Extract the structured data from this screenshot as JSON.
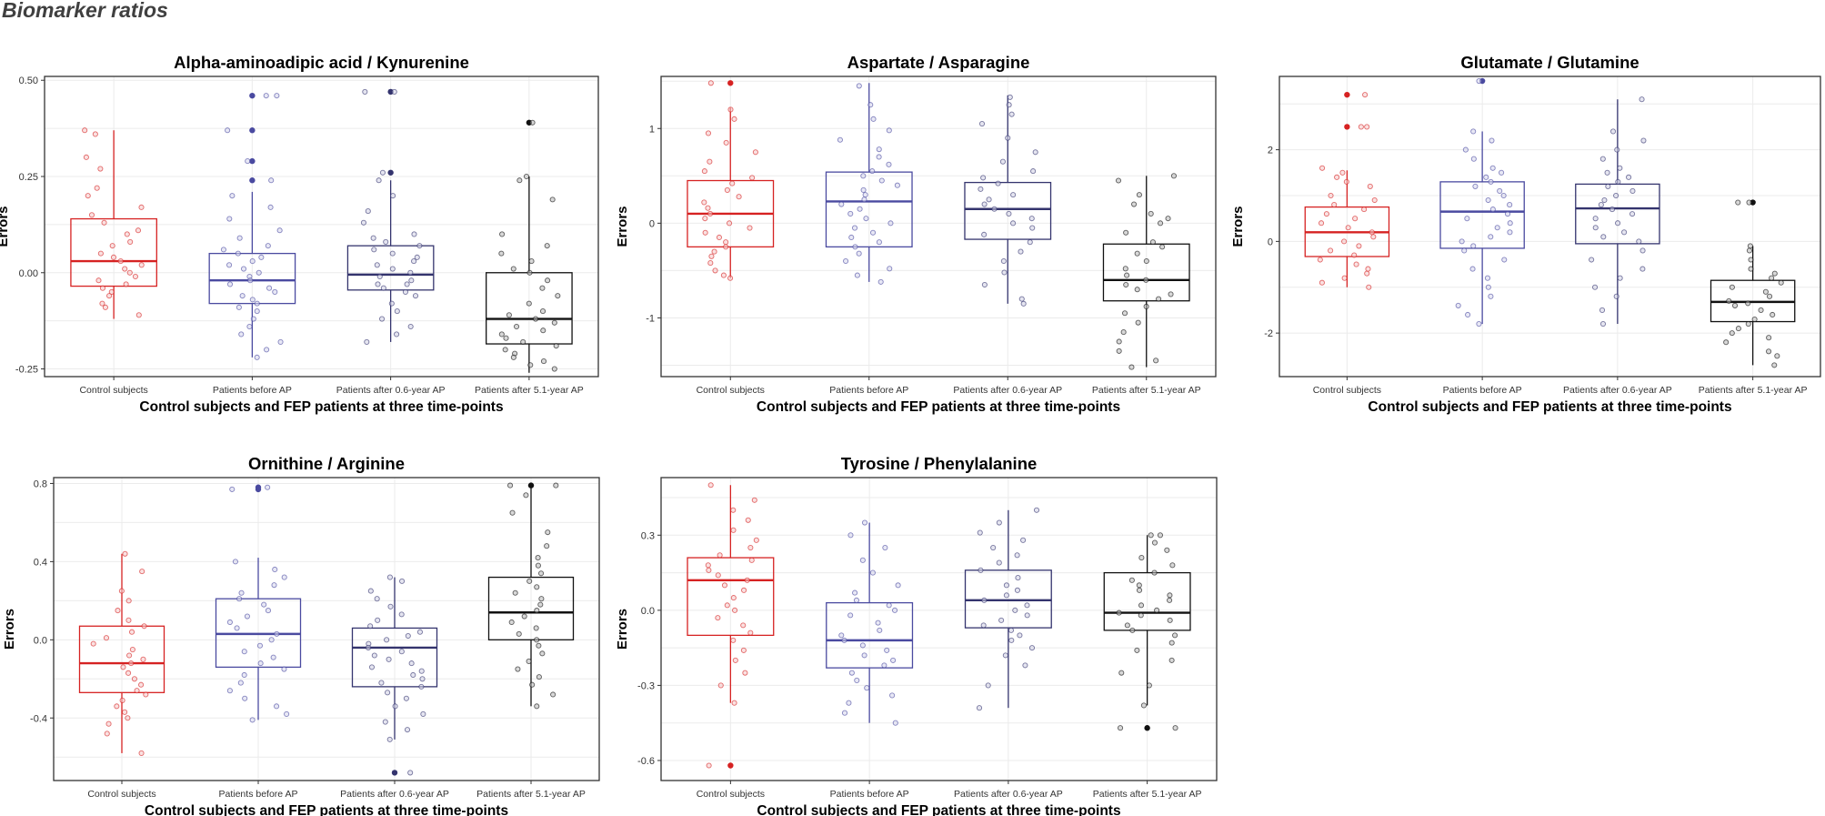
{
  "page": {
    "title": "Biomarker ratios"
  },
  "colors": {
    "control": "#d62222",
    "before": "#4a4aa0",
    "after06": "#34346e",
    "after51": "#111111"
  },
  "chart_data": [
    {
      "type": "boxplot",
      "title": "Alpha-aminoadipic acid / Kynurenine",
      "xlabel": "Control subjects and FEP patients at three time-points",
      "ylabel": "Errors",
      "categories": [
        "Control subjects",
        "Patients before AP",
        "Patients after 0.6-year AP",
        "Patients after 5.1-year AP"
      ],
      "ylim": [
        -0.27,
        0.51
      ],
      "yticks": [
        -0.25,
        0.0,
        0.25,
        0.5
      ],
      "ytick_labels": [
        "-0.25",
        "0.00",
        "0.25",
        "0.50"
      ],
      "boxes": [
        {
          "min": -0.12,
          "q1": -0.035,
          "median": 0.03,
          "q3": 0.14,
          "max": 0.37,
          "outliers": []
        },
        {
          "min": -0.22,
          "q1": -0.08,
          "median": -0.02,
          "q3": 0.05,
          "max": 0.21,
          "outliers": [
            0.24,
            0.29,
            0.37,
            0.46
          ]
        },
        {
          "min": -0.18,
          "q1": -0.045,
          "median": -0.005,
          "q3": 0.07,
          "max": 0.24,
          "outliers": [
            0.26,
            0.47
          ]
        },
        {
          "min": -0.26,
          "q1": -0.185,
          "median": -0.12,
          "q3": 0.0,
          "max": 0.25,
          "outliers": [
            0.39
          ]
        }
      ],
      "points": [
        [
          0.37,
          0.36,
          0.3,
          0.27,
          0.22,
          0.2,
          0.17,
          0.15,
          0.13,
          0.11,
          0.1,
          0.08,
          0.07,
          0.05,
          0.04,
          0.03,
          0.02,
          0.01,
          0.0,
          -0.01,
          -0.02,
          -0.03,
          -0.04,
          -0.05,
          -0.06,
          -0.08,
          -0.09,
          -0.11
        ],
        [
          0.46,
          0.46,
          0.37,
          0.29,
          0.24,
          0.2,
          0.17,
          0.14,
          0.11,
          0.09,
          0.07,
          0.06,
          0.05,
          0.04,
          0.03,
          0.02,
          0.01,
          0.0,
          -0.01,
          -0.02,
          -0.03,
          -0.04,
          -0.05,
          -0.06,
          -0.07,
          -0.08,
          -0.09,
          -0.1,
          -0.12,
          -0.14,
          -0.16,
          -0.18,
          -0.2,
          -0.22
        ],
        [
          0.47,
          0.47,
          0.26,
          0.24,
          0.2,
          0.16,
          0.13,
          0.1,
          0.09,
          0.08,
          0.07,
          0.06,
          0.05,
          0.04,
          0.03,
          0.02,
          0.01,
          0.0,
          -0.01,
          -0.02,
          -0.03,
          -0.03,
          -0.04,
          -0.05,
          -0.06,
          -0.08,
          -0.1,
          -0.12,
          -0.14,
          -0.16,
          -0.18
        ],
        [
          0.39,
          0.25,
          0.24,
          0.19,
          0.1,
          0.07,
          0.05,
          0.03,
          0.01,
          0.0,
          -0.02,
          -0.04,
          -0.06,
          -0.08,
          -0.1,
          -0.11,
          -0.12,
          -0.13,
          -0.14,
          -0.15,
          -0.16,
          -0.17,
          -0.18,
          -0.19,
          -0.2,
          -0.21,
          -0.22,
          -0.23,
          -0.24,
          -0.25
        ]
      ]
    },
    {
      "type": "boxplot",
      "title": "Aspartate / Asparagine",
      "xlabel": "Control subjects and FEP patients at three time-points",
      "ylabel": "Errors",
      "categories": [
        "Control subjects",
        "Patients before AP",
        "Patients after 0.6-year AP",
        "Patients after 5.1-year AP"
      ],
      "ylim": [
        -1.62,
        1.55
      ],
      "yticks": [
        -1,
        0,
        1
      ],
      "ytick_labels": [
        "-1",
        "0",
        "1"
      ],
      "boxes": [
        {
          "min": -0.58,
          "q1": -0.25,
          "median": 0.1,
          "q3": 0.45,
          "max": 1.22,
          "outliers": [
            1.48
          ]
        },
        {
          "min": -0.62,
          "q1": -0.25,
          "median": 0.23,
          "q3": 0.54,
          "max": 1.48,
          "outliers": []
        },
        {
          "min": -0.85,
          "q1": -0.17,
          "median": 0.15,
          "q3": 0.43,
          "max": 1.35,
          "outliers": []
        },
        {
          "min": -1.52,
          "q1": -0.82,
          "median": -0.6,
          "q3": -0.22,
          "max": 0.5,
          "outliers": []
        }
      ],
      "points": [
        [
          1.48,
          1.2,
          1.1,
          0.95,
          0.85,
          0.75,
          0.65,
          0.55,
          0.48,
          0.42,
          0.35,
          0.28,
          0.22,
          0.16,
          0.1,
          0.05,
          0.0,
          -0.05,
          -0.1,
          -0.15,
          -0.2,
          -0.25,
          -0.3,
          -0.35,
          -0.42,
          -0.5,
          -0.55,
          -0.58
        ],
        [
          1.45,
          1.25,
          1.1,
          0.98,
          0.88,
          0.78,
          0.7,
          0.62,
          0.55,
          0.5,
          0.45,
          0.4,
          0.35,
          0.3,
          0.25,
          0.2,
          0.15,
          0.1,
          0.05,
          0.0,
          -0.05,
          -0.1,
          -0.15,
          -0.2,
          -0.25,
          -0.32,
          -0.4,
          -0.48,
          -0.55,
          -0.62
        ],
        [
          1.33,
          1.25,
          1.15,
          1.05,
          0.9,
          0.75,
          0.65,
          0.55,
          0.48,
          0.42,
          0.36,
          0.3,
          0.25,
          0.2,
          0.15,
          0.1,
          0.05,
          0.0,
          -0.05,
          -0.12,
          -0.2,
          -0.3,
          -0.4,
          -0.52,
          -0.65,
          -0.8,
          -0.85
        ],
        [
          0.5,
          0.45,
          0.3,
          0.2,
          0.1,
          0.05,
          0.0,
          -0.1,
          -0.2,
          -0.25,
          -0.32,
          -0.4,
          -0.48,
          -0.55,
          -0.6,
          -0.65,
          -0.7,
          -0.75,
          -0.8,
          -0.88,
          -0.95,
          -1.05,
          -1.15,
          -1.25,
          -1.35,
          -1.45,
          -1.52
        ]
      ]
    },
    {
      "type": "boxplot",
      "title": "Glutamate / Glutamine",
      "xlabel": "Control subjects and FEP patients at three time-points",
      "ylabel": "Errors",
      "categories": [
        "Control subjects",
        "Patients before AP",
        "Patients after 0.6-year AP",
        "Patients after 5.1-year AP"
      ],
      "ylim": [
        -2.95,
        3.6
      ],
      "yticks": [
        -2,
        0,
        2
      ],
      "ytick_labels": [
        "-2",
        "0",
        "2"
      ],
      "boxes": [
        {
          "min": -1.0,
          "q1": -0.33,
          "median": 0.2,
          "q3": 0.75,
          "max": 1.55,
          "outliers": [
            2.5,
            3.2
          ]
        },
        {
          "min": -1.8,
          "q1": -0.15,
          "median": 0.65,
          "q3": 1.3,
          "max": 2.4,
          "outliers": [
            3.5
          ]
        },
        {
          "min": -1.8,
          "q1": -0.05,
          "median": 0.72,
          "q3": 1.25,
          "max": 3.1,
          "outliers": []
        },
        {
          "min": -2.7,
          "q1": -1.75,
          "median": -1.32,
          "q3": -0.85,
          "max": -0.1,
          "outliers": [
            0.85
          ]
        }
      ],
      "points": [
        [
          3.2,
          2.5,
          2.5,
          1.6,
          1.5,
          1.4,
          1.3,
          1.2,
          1.0,
          0.9,
          0.8,
          0.7,
          0.6,
          0.5,
          0.4,
          0.3,
          0.2,
          0.1,
          0.0,
          -0.1,
          -0.2,
          -0.3,
          -0.4,
          -0.5,
          -0.6,
          -0.7,
          -0.8,
          -0.9,
          -1.0
        ],
        [
          3.5,
          2.4,
          2.2,
          2.0,
          1.8,
          1.6,
          1.5,
          1.4,
          1.3,
          1.2,
          1.1,
          1.0,
          0.9,
          0.8,
          0.7,
          0.6,
          0.5,
          0.4,
          0.3,
          0.2,
          0.1,
          0.0,
          -0.1,
          -0.2,
          -0.4,
          -0.6,
          -0.8,
          -1.0,
          -1.2,
          -1.4,
          -1.6,
          -1.8
        ],
        [
          3.1,
          2.4,
          2.2,
          2.0,
          1.8,
          1.6,
          1.5,
          1.4,
          1.3,
          1.2,
          1.1,
          1.0,
          0.9,
          0.8,
          0.7,
          0.6,
          0.5,
          0.4,
          0.3,
          0.2,
          0.1,
          0.0,
          -0.2,
          -0.4,
          -0.6,
          -0.8,
          -1.0,
          -1.2,
          -1.5,
          -1.8
        ],
        [
          0.85,
          0.85,
          -0.1,
          -0.2,
          -0.4,
          -0.6,
          -0.7,
          -0.8,
          -0.9,
          -1.0,
          -1.1,
          -1.2,
          -1.3,
          -1.35,
          -1.4,
          -1.5,
          -1.6,
          -1.7,
          -1.8,
          -1.9,
          -2.0,
          -2.1,
          -2.2,
          -2.4,
          -2.5,
          -2.7
        ]
      ]
    },
    {
      "type": "boxplot",
      "title": "Ornithine / Arginine",
      "xlabel": "Control subjects and FEP patients at three time-points",
      "ylabel": "Errors",
      "categories": [
        "Control subjects",
        "Patients before AP",
        "Patients after 0.6-year AP",
        "Patients after 5.1-year AP"
      ],
      "ylim": [
        -0.72,
        0.83
      ],
      "yticks": [
        -0.4,
        0.0,
        0.4,
        0.8
      ],
      "ytick_labels": [
        "-0.4",
        "0.0",
        "0.4",
        "0.8"
      ],
      "boxes": [
        {
          "min": -0.58,
          "q1": -0.27,
          "median": -0.12,
          "q3": 0.07,
          "max": 0.44,
          "outliers": []
        },
        {
          "min": -0.41,
          "q1": -0.14,
          "median": 0.03,
          "q3": 0.21,
          "max": 0.42,
          "outliers": [
            0.77,
            0.78
          ]
        },
        {
          "min": -0.51,
          "q1": -0.24,
          "median": -0.04,
          "q3": 0.06,
          "max": 0.32,
          "outliers": [
            -0.68
          ]
        },
        {
          "min": -0.34,
          "q1": 0.0,
          "median": 0.14,
          "q3": 0.32,
          "max": 0.79,
          "outliers": [
            0.79
          ]
        }
      ],
      "points": [
        [
          0.44,
          0.35,
          0.25,
          0.2,
          0.15,
          0.1,
          0.07,
          0.04,
          0.01,
          -0.02,
          -0.05,
          -0.08,
          -0.1,
          -0.12,
          -0.14,
          -0.17,
          -0.2,
          -0.23,
          -0.26,
          -0.28,
          -0.31,
          -0.34,
          -0.37,
          -0.4,
          -0.43,
          -0.48,
          -0.58
        ],
        [
          0.78,
          0.77,
          0.4,
          0.36,
          0.32,
          0.28,
          0.24,
          0.21,
          0.18,
          0.15,
          0.12,
          0.09,
          0.06,
          0.03,
          0.0,
          -0.03,
          -0.06,
          -0.09,
          -0.12,
          -0.15,
          -0.18,
          -0.22,
          -0.26,
          -0.3,
          -0.34,
          -0.38,
          -0.41
        ],
        [
          0.32,
          0.3,
          0.25,
          0.21,
          0.17,
          0.13,
          0.1,
          0.07,
          0.04,
          0.02,
          0.0,
          -0.02,
          -0.04,
          -0.06,
          -0.08,
          -0.1,
          -0.12,
          -0.14,
          -0.16,
          -0.18,
          -0.2,
          -0.22,
          -0.24,
          -0.27,
          -0.3,
          -0.34,
          -0.38,
          -0.42,
          -0.46,
          -0.51,
          -0.68
        ],
        [
          0.79,
          0.79,
          0.74,
          0.65,
          0.55,
          0.48,
          0.42,
          0.38,
          0.34,
          0.3,
          0.27,
          0.24,
          0.21,
          0.18,
          0.15,
          0.12,
          0.09,
          0.06,
          0.03,
          0.0,
          -0.03,
          -0.07,
          -0.11,
          -0.15,
          -0.19,
          -0.23,
          -0.28,
          -0.34
        ]
      ]
    },
    {
      "type": "boxplot",
      "title": "Tyrosine / Phenylalanine",
      "xlabel": "Control subjects and FEP patients at three time-points",
      "ylabel": "Errors",
      "categories": [
        "Control subjects",
        "Patients before AP",
        "Patients after 0.6-year AP",
        "Patients after 5.1-year AP"
      ],
      "ylim": [
        -0.68,
        0.53
      ],
      "yticks": [
        -0.6,
        -0.3,
        0.0,
        0.3
      ],
      "ytick_labels": [
        "-0.6",
        "-0.3",
        "0.0",
        "0.3"
      ],
      "boxes": [
        {
          "min": -0.37,
          "q1": -0.1,
          "median": 0.12,
          "q3": 0.21,
          "max": 0.5,
          "outliers": [
            -0.62
          ]
        },
        {
          "min": -0.45,
          "q1": -0.23,
          "median": -0.12,
          "q3": 0.03,
          "max": 0.35,
          "outliers": []
        },
        {
          "min": -0.39,
          "q1": -0.07,
          "median": 0.04,
          "q3": 0.16,
          "max": 0.4,
          "outliers": []
        },
        {
          "min": -0.38,
          "q1": -0.08,
          "median": -0.01,
          "q3": 0.15,
          "max": 0.3,
          "outliers": [
            -0.47
          ]
        }
      ],
      "points": [
        [
          0.5,
          0.44,
          0.4,
          0.36,
          0.32,
          0.28,
          0.25,
          0.22,
          0.2,
          0.18,
          0.16,
          0.14,
          0.12,
          0.1,
          0.08,
          0.05,
          0.02,
          0.0,
          -0.03,
          -0.06,
          -0.09,
          -0.12,
          -0.16,
          -0.2,
          -0.25,
          -0.3,
          -0.37,
          -0.62
        ],
        [
          0.35,
          0.3,
          0.25,
          0.2,
          0.15,
          0.1,
          0.07,
          0.04,
          0.02,
          0.0,
          -0.02,
          -0.05,
          -0.08,
          -0.1,
          -0.12,
          -0.14,
          -0.16,
          -0.18,
          -0.2,
          -0.22,
          -0.25,
          -0.28,
          -0.31,
          -0.34,
          -0.37,
          -0.41,
          -0.45
        ],
        [
          0.4,
          0.35,
          0.31,
          0.28,
          0.25,
          0.22,
          0.19,
          0.16,
          0.13,
          0.1,
          0.08,
          0.06,
          0.04,
          0.02,
          0.0,
          -0.02,
          -0.04,
          -0.06,
          -0.08,
          -0.1,
          -0.12,
          -0.15,
          -0.18,
          -0.22,
          -0.3,
          -0.39
        ],
        [
          0.3,
          0.3,
          0.27,
          0.24,
          0.21,
          0.18,
          0.15,
          0.12,
          0.1,
          0.08,
          0.06,
          0.04,
          0.02,
          0.0,
          -0.01,
          -0.02,
          -0.04,
          -0.06,
          -0.08,
          -0.1,
          -0.13,
          -0.16,
          -0.2,
          -0.25,
          -0.3,
          -0.38,
          -0.47,
          -0.47
        ]
      ]
    }
  ]
}
